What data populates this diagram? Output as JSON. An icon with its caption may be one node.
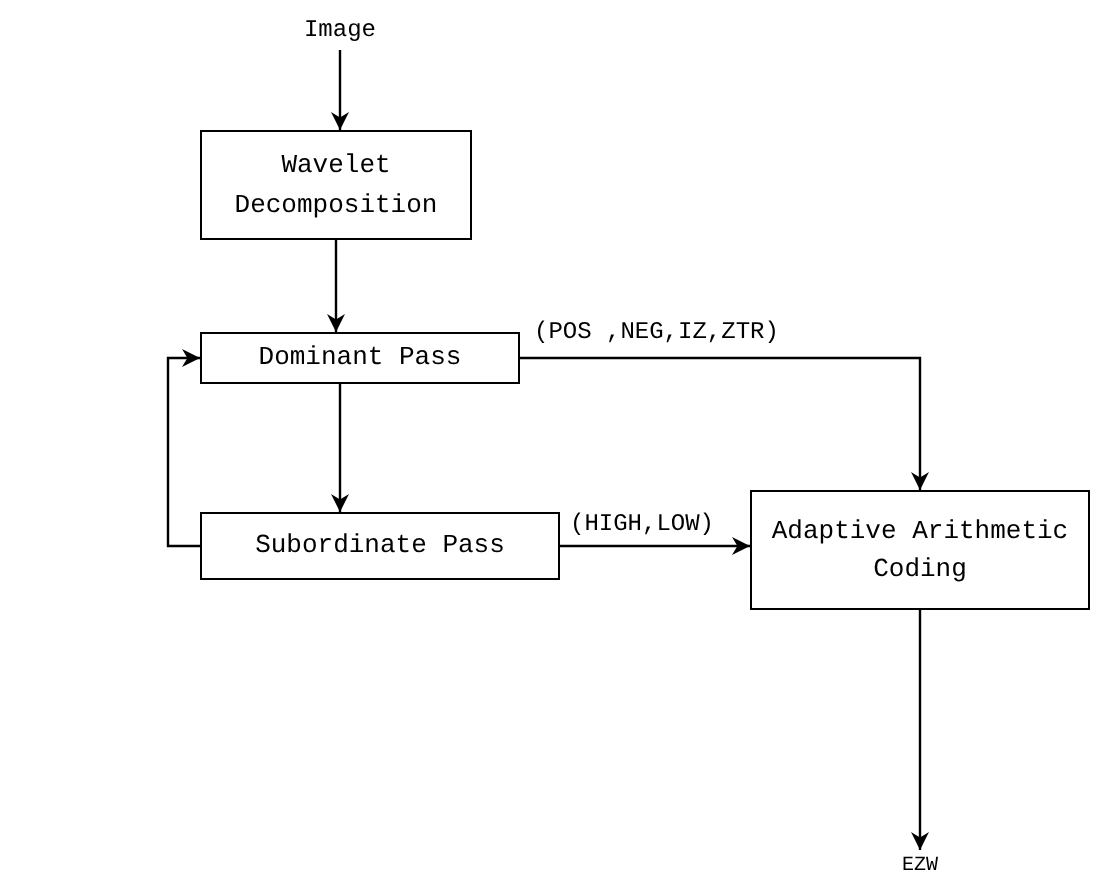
{
  "diagram": {
    "nodes": [
      {
        "text": [
          "Image"
        ]
      },
      {
        "text": [
          "Wavelet Decomposition"
        ]
      },
      {
        "text": [
          "Dominant Pass"
        ]
      },
      {
        "text": [
          "Subordinate Pass"
        ]
      },
      {
        "text": [
          "Adaptive Arithmetic Coding"
        ]
      },
      {
        "text": [
          "EZW"
        ]
      }
    ],
    "edges": [
      {
        "from": 0,
        "to": 1,
        "arrow": "to"
      },
      {
        "from": 1,
        "to": 2,
        "arrow": "to"
      },
      {
        "from": 2,
        "to": 3,
        "arrow": "to"
      },
      {
        "from": 3,
        "to": 2,
        "arrow": "to"
      },
      {
        "from": 2,
        "to": 4,
        "arrow": "to",
        "label": "(POS ,NEG,IZ,ZTR)"
      },
      {
        "from": 3,
        "to": 4,
        "arrow": "to",
        "label": "(HIGH,LOW)"
      },
      {
        "from": 4,
        "to": 5,
        "arrow": "to"
      }
    ]
  }
}
